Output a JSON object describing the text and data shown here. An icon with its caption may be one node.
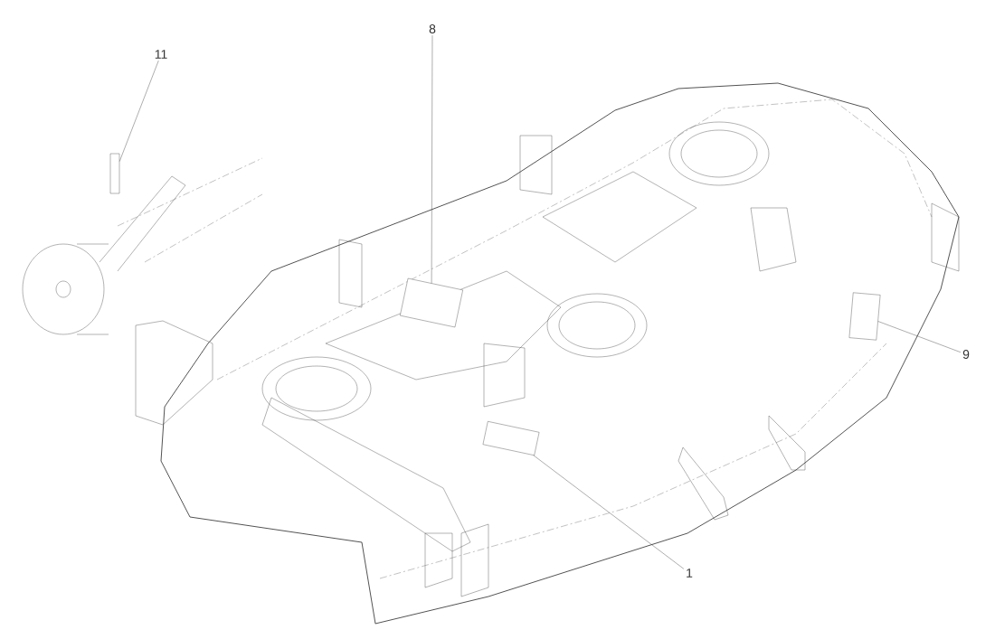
{
  "diagram": {
    "nodes": [
      {
        "text": [
          "11"
        ]
      },
      {
        "text": [],
        "shape": "box"
      },
      {
        "text": [
          "8"
        ]
      },
      {
        "text": [],
        "shape": "box"
      },
      {
        "text": [
          "9"
        ]
      },
      {
        "text": [],
        "shape": "box"
      },
      {
        "text": [
          "1"
        ]
      },
      {
        "text": [],
        "shape": "box"
      }
    ],
    "edges": [
      {
        "from": 0,
        "to": 1,
        "arrow": "none"
      },
      {
        "from": 2,
        "to": 3,
        "arrow": "none"
      },
      {
        "from": 4,
        "to": 5,
        "arrow": "none"
      },
      {
        "from": 6,
        "to": 7,
        "arrow": "none"
      }
    ]
  }
}
